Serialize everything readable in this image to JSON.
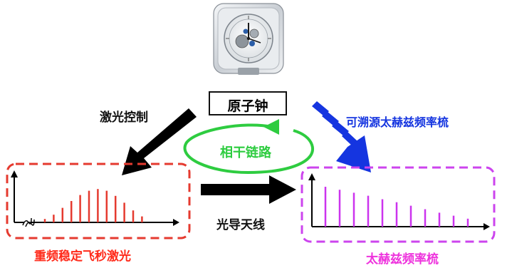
{
  "center": {
    "label": "原子钟",
    "image_icon": "atomic-clock-icon"
  },
  "left_arrow_label": "激光控制",
  "right_arrow_label": "可溯源太赫兹频率梳",
  "cycle_label": "相干链路",
  "bottom_arrow_label": "光导天线",
  "left_panel": {
    "caption": "重频稳定飞秒激光",
    "border_color": "#e53a2f",
    "line_color": "#e53a2f",
    "line_heights": [
      0.08,
      0.18,
      0.34,
      0.5,
      0.64,
      0.74,
      0.78,
      0.74,
      0.62,
      0.46,
      0.28,
      0.14
    ]
  },
  "right_panel": {
    "caption": "太赫兹频率梳",
    "border_color": "#cc44ee",
    "line_color": "#cc33ee",
    "line_heights": [
      0.8,
      0.74,
      0.68,
      0.62,
      0.55,
      0.49,
      0.42,
      0.35,
      0.28,
      0.22,
      0.16
    ]
  },
  "colors": {
    "cycle": "#2ecc40",
    "blue_arrow": "#1535e0",
    "caption_red": "#ff2a1a",
    "caption_magenta": "#ee33dd"
  }
}
